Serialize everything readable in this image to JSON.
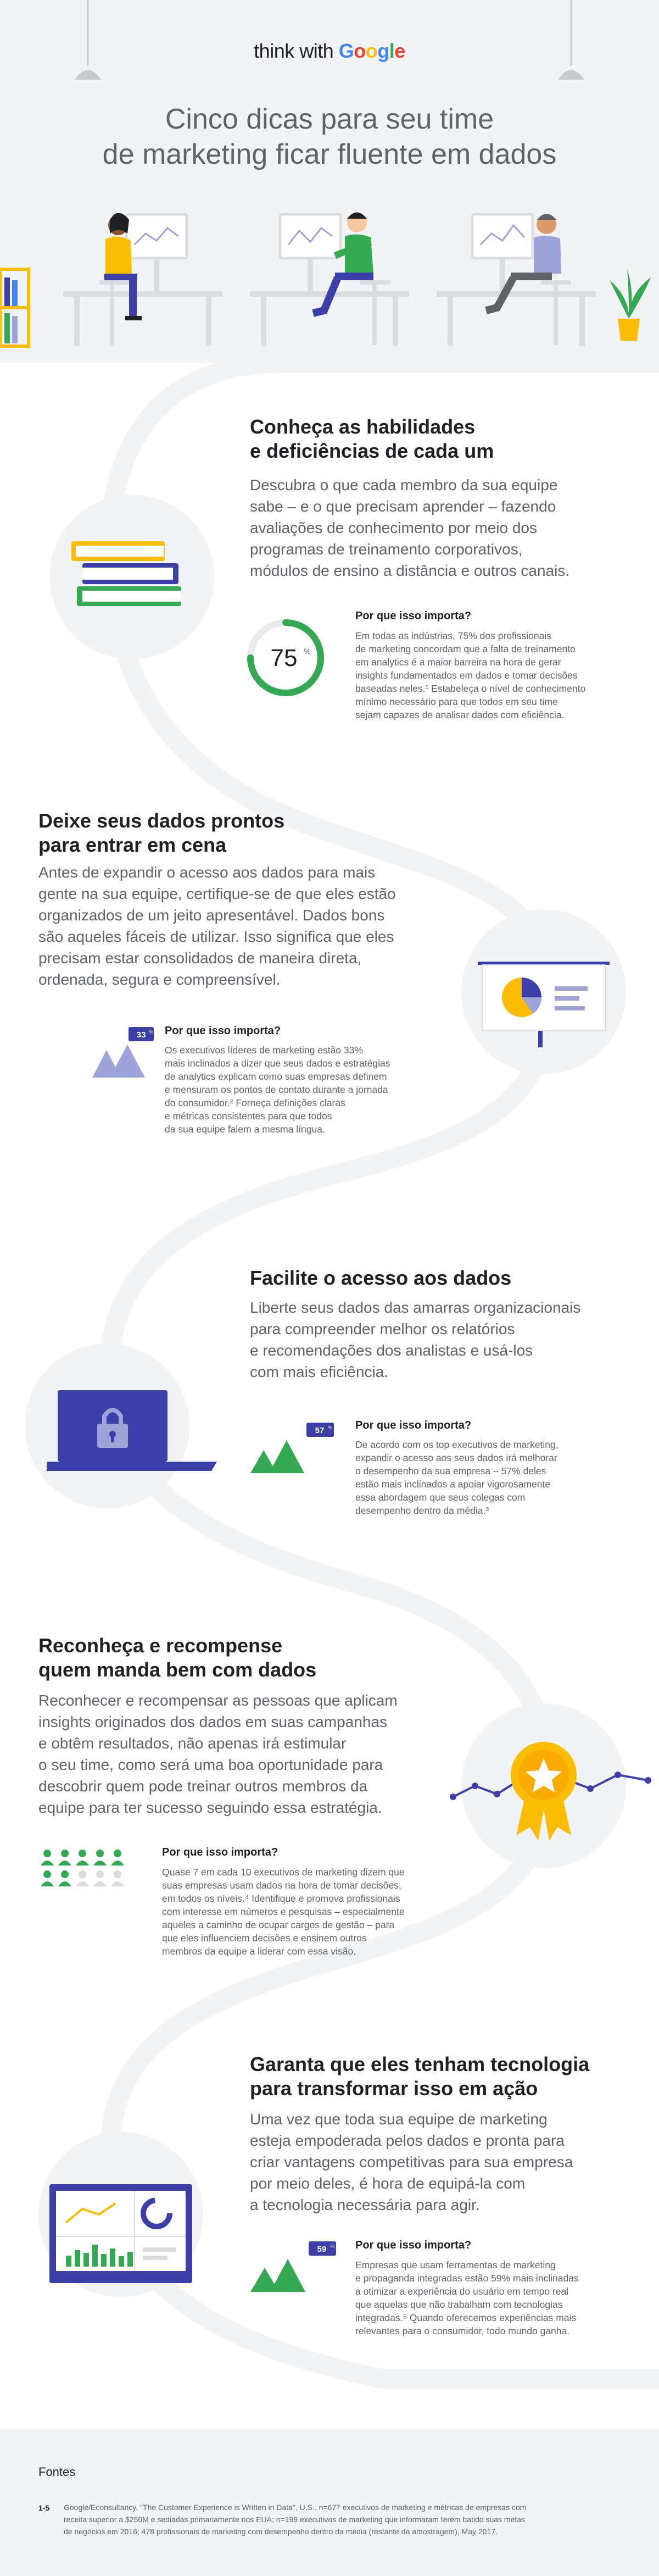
{
  "header": {
    "logo_think": "think with",
    "logo_g": "G",
    "logo_o1": "o",
    "logo_o2": "o",
    "logo_g2": "g",
    "logo_l": "l",
    "logo_e": "e",
    "title_line1": "Cinco dicas para seu time",
    "title_line2": "de marketing ficar fluente em dados"
  },
  "colors": {
    "blue": "#4285f4",
    "red": "#ea4335",
    "yellow": "#fbbc04",
    "green": "#34a853",
    "navy": "#3c3fa8",
    "lavender": "#9ea3d8",
    "gray_bg": "#f1f3f4",
    "text_dark": "#202124",
    "text_mid": "#5f6368"
  },
  "sections": [
    {
      "title": [
        "Conheça as habilidades",
        "e deficiências de cada um"
      ],
      "body": [
        "Descubra o que cada membro da sua equipe",
        "sabe – e o que precisam aprender – fazendo",
        "avaliações de conhecimento por meio dos",
        "programas de treinamento corporativos,",
        "módulos de ensino a distância e outros canais."
      ],
      "why_title": "Por que isso importa?",
      "stat": "75",
      "stat_unit": "%",
      "why_body": [
        "Em todas as indústrias, 75% dos profissionais",
        "de marketing concordam que a falta de treinamento",
        "em analytics é a maior barreira na hora de gerar",
        "insights fundamentados em dados e tomar decisões",
        "baseadas neles.¹ Estabeleça o nível de conhecimento",
        "mínimo necessário para que todos em seu time",
        "sejam capazes de analisar dados com eficiência."
      ]
    },
    {
      "title": [
        "Deixe seus dados prontos",
        "para entrar em cena"
      ],
      "body": [
        "Antes de expandir o acesso aos dados para mais",
        "gente na sua equipe, certifique-se de que eles estão",
        "organizados de um jeito apresentável. Dados bons",
        "são aqueles fáceis de utilizar. Isso significa que eles",
        "precisam estar consolidados de maneira direta,",
        "ordenada, segura e compreensível."
      ],
      "why_title": "Por que isso importa?",
      "stat": "33",
      "stat_unit": "%",
      "why_body": [
        "Os executivos líderes de marketing estão 33%",
        "mais inclinados a dizer que seus dados e estratégias",
        "de analytics explicam como suas empresas definem",
        "e mensuram os pontos de contato durante a jornada",
        "do consumidor.² Forneça definições claras",
        "e métricas consistentes para que todos",
        "da sua equipe falem a mesma língua."
      ]
    },
    {
      "title": [
        "Facilite o acesso aos dados"
      ],
      "body": [
        "Liberte seus dados das amarras organizacionais",
        "para compreender melhor os relatórios",
        "e recomendações dos analistas e usá-los",
        "com mais eficiência."
      ],
      "why_title": "Por que isso importa?",
      "stat": "57",
      "stat_unit": "%",
      "why_body": [
        "De acordo com os top executivos de marketing,",
        "expandir o acesso aos seus dados irá melhorar",
        "o desempenho da sua empresa – 57% deles",
        "estão mais inclinados a apoiar vigorosamente",
        "essa abordagem que seus colegas com",
        "desempenho dentro da média.³"
      ]
    },
    {
      "title": [
        "Reconheça e recompense",
        "quem manda bem com dados"
      ],
      "body": [
        "Reconhecer e recompensar as pessoas que aplicam",
        "insights originados dos dados em suas campanhas",
        "e obtêm resultados, não apenas irá estimular",
        "o seu time, como será uma boa oportunidade para",
        "descobrir quem pode treinar outros membros da",
        "equipe para ter sucesso seguindo essa estratégia."
      ],
      "why_title": "Por que isso importa?",
      "people_total": 10,
      "people_highlight": 7,
      "why_body": [
        "Quase 7 em cada 10 executivos de marketing dizem que",
        "suas empresas usam dados na hora de tomar decisões,",
        "em todos os níveis.⁴ Identifique e promova profissionais",
        "com interesse em números e pesquisas – especialmente",
        "aqueles a caminho de ocupar cargos de gestão – para",
        "que eles influenciem decisões e ensinem outros",
        "membros da equipe a liderar com essa visão."
      ]
    },
    {
      "title": [
        "Garanta que eles tenham tecnologia",
        "para transformar isso em ação"
      ],
      "body": [
        "Uma vez que toda sua equipe de marketing",
        "esteja empoderada pelos dados e pronta para",
        "criar vantagens competitivas para sua empresa",
        "por meio deles, é hora de equipá-la com",
        "a tecnologia necessária para agir."
      ],
      "why_title": "Por que isso importa?",
      "stat": "59",
      "stat_unit": "%",
      "why_body": [
        "Empresas que usam ferramentas de marketing",
        "e propaganda integradas estão 59% mais inclinadas",
        "a otimizar a experiência do usuário em tempo real",
        "que aquelas que não trabalham com tecnologias",
        "integradas.⁵ Quando oferecemos experiências mais",
        "relevantes para o consumidor, todo mundo ganha."
      ]
    }
  ],
  "footer": {
    "heading": "Fontes",
    "num": "1-5",
    "lines": [
      "Google/Econsultancy, \"The Customer Experience is Written in Data\", U.S., n=677 executivos de marketing e métricas de empresas com",
      "receita superior a $250M e sediadas primariamente nos EUA; n=199 executivos de marketing que informaram terem batido suas metas",
      "de negócios em 2016; 478 profissionais de marketing com desempenho dentro da média (restante da amostragem), May 2017."
    ]
  }
}
